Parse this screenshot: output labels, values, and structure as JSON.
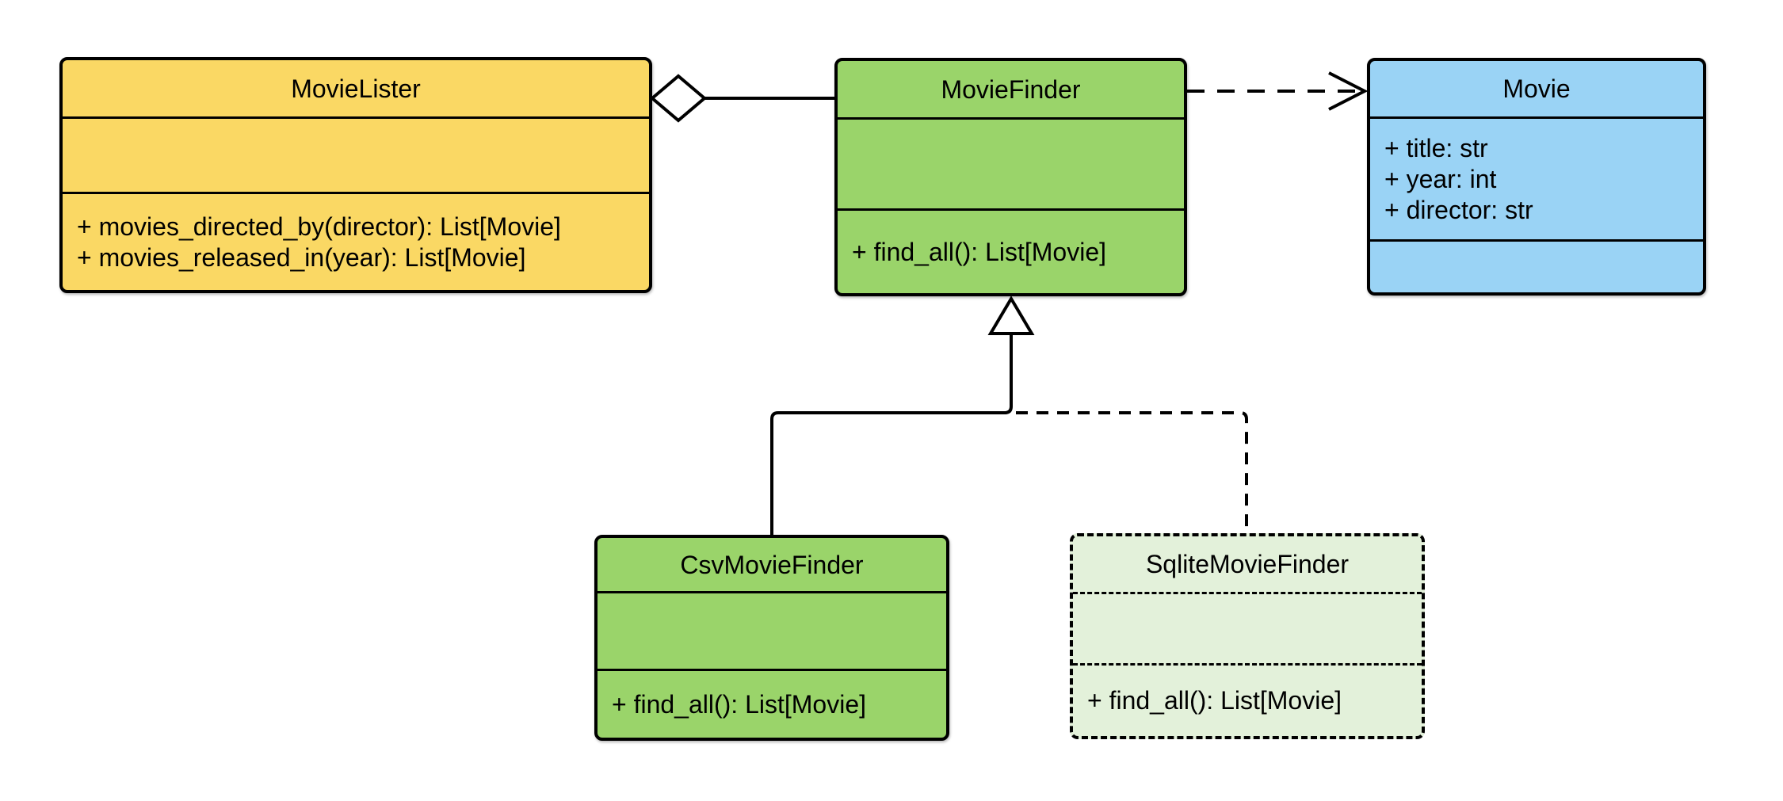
{
  "classes": {
    "movie_lister": {
      "name": "MovieLister",
      "attributes": [],
      "methods": [
        "+ movies_directed_by(director): List[Movie]",
        "+ movies_released_in(year): List[Movie]"
      ]
    },
    "movie_finder": {
      "name": "MovieFinder",
      "attributes": [],
      "methods": [
        "+ find_all(): List[Movie]"
      ]
    },
    "movie": {
      "name": "Movie",
      "attributes": [
        "+ title: str",
        "+ year: int",
        "+ director: str"
      ],
      "methods": []
    },
    "csv_movie_finder": {
      "name": "CsvMovieFinder",
      "attributes": [],
      "methods": [
        "+ find_all(): List[Movie]"
      ]
    },
    "sqlite_movie_finder": {
      "name": "SqliteMovieFinder",
      "attributes": [],
      "methods": [
        "+ find_all(): List[Movie]"
      ]
    }
  },
  "relationships": [
    {
      "type": "aggregation",
      "from": "MovieLister",
      "to": "MovieFinder",
      "line": "solid",
      "marker": "hollow-diamond"
    },
    {
      "type": "dependency",
      "from": "MovieFinder",
      "to": "Movie",
      "line": "dashed",
      "marker": "open-arrow"
    },
    {
      "type": "inheritance",
      "from": "CsvMovieFinder",
      "to": "MovieFinder",
      "line": "solid",
      "marker": "hollow-triangle"
    },
    {
      "type": "inheritance",
      "from": "SqliteMovieFinder",
      "to": "MovieFinder",
      "line": "dashed",
      "marker": "hollow-triangle"
    }
  ],
  "theme": {
    "background": "#FFFFFF",
    "stroke": "#000000",
    "yellow": "#FAD864",
    "green": "#9AD46A",
    "light_green": "#E3F1DA",
    "blue": "#9AD3F5"
  }
}
